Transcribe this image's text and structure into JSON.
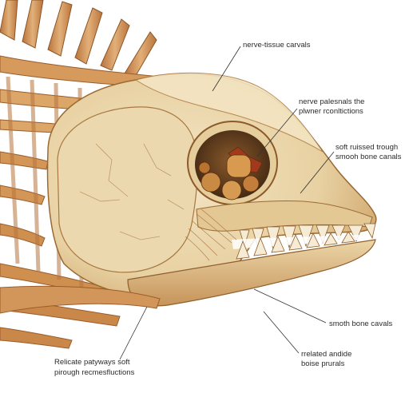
{
  "colors": {
    "background": "#ffffff",
    "bone_light": "#efdcb4",
    "bone_mid": "#dcbb82",
    "bone_shadow": "#a86a34",
    "spine": "#c8874a",
    "eye_socket": "#5b3a1e",
    "leader_line": "#333333",
    "label_text": "#2b2b2b"
  },
  "labels": {
    "nerve_tissue": "nerve-tissue carvals",
    "nerve_palesnals": [
      "nerve palesnals the",
      "plwner rconltictions"
    ],
    "soft_ruissed": [
      "soft ruissed trough",
      "smooh bone canals"
    ],
    "smoth_bone": "smoth bone cavals",
    "related_andide": [
      "rrelated andide",
      "boise prurals"
    ],
    "relicate_patyways": [
      "Relicate patyways soft",
      "pirough recmesfluctions"
    ]
  }
}
